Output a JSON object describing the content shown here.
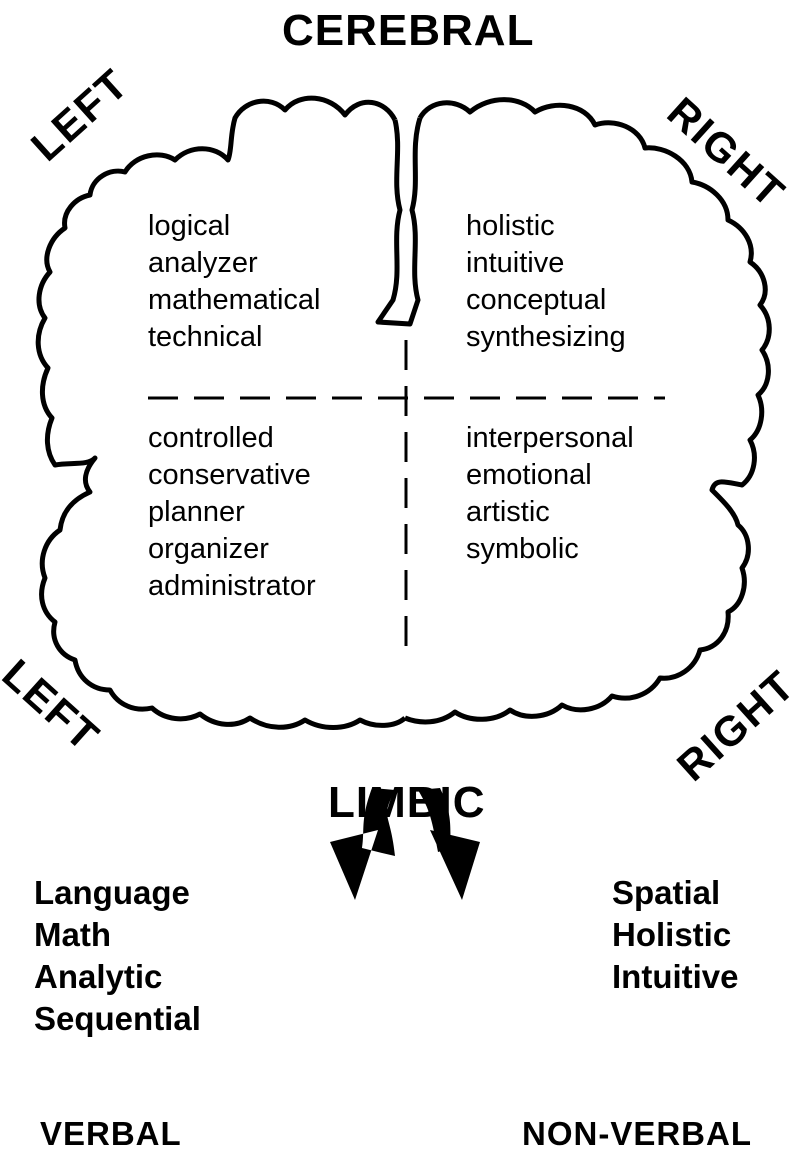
{
  "top_label": "CEREBRAL",
  "middle_label": "LIMBIC",
  "corner_labels": {
    "top_left": "LEFT",
    "top_right": "RIGHT",
    "bottom_left": "LEFT",
    "bottom_right": "RIGHT"
  },
  "quadrants": {
    "upper_left": [
      "logical",
      "analyzer",
      "mathematical",
      "technical"
    ],
    "upper_right": [
      "holistic",
      "intuitive",
      "conceptual",
      "synthesizing"
    ],
    "lower_left": [
      "controlled",
      "conservative",
      "planner",
      "organizer",
      "administrator"
    ],
    "lower_right": [
      "interpersonal",
      "emotional",
      "artistic",
      "symbolic"
    ]
  },
  "left_traits": [
    "Language",
    "Math",
    "Analytic",
    "Sequential"
  ],
  "right_traits": [
    "Spatial",
    "Holistic",
    "Intuitive"
  ],
  "bottom_left_label": "VERBAL",
  "bottom_right_label": "NON-VERBAL"
}
